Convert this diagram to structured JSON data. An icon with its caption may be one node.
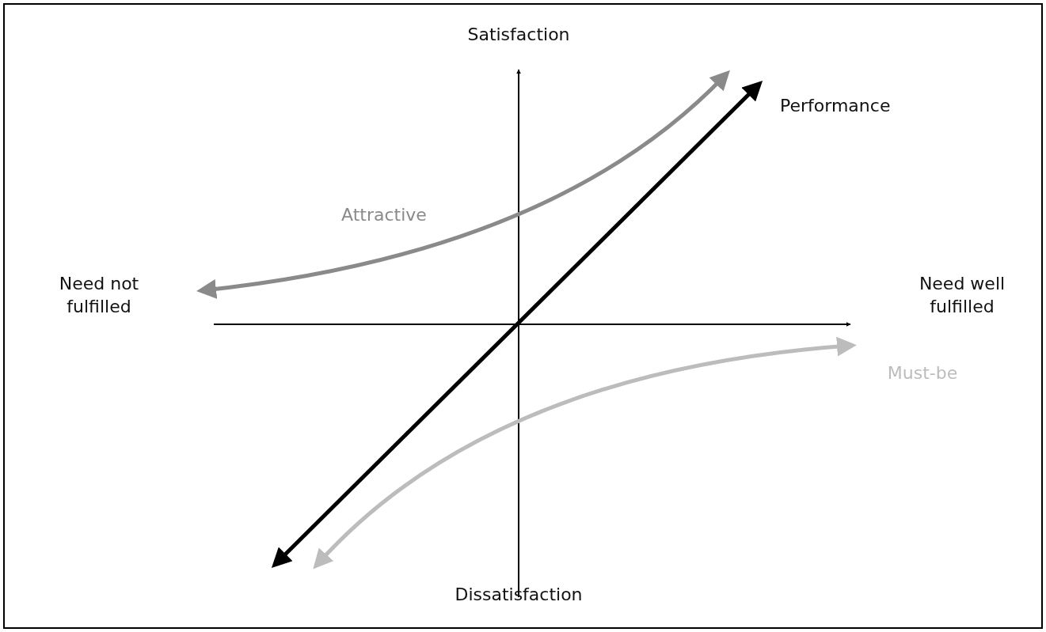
{
  "diagram": {
    "labels": [
      "Satisfaction",
      "Performance",
      "Attractive",
      "Need not fulfilled",
      "Need well fulfilled",
      "Must-be",
      "Dissatisfaction"
    ]
  }
}
